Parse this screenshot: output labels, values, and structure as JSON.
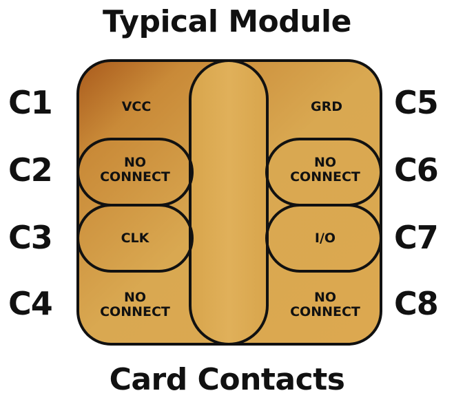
{
  "title": "Typical Module",
  "subtitle": "Card Contacts",
  "colors": {
    "gold": "#d6a24a",
    "gold_dark": "#b06a22",
    "outline": "#111111"
  },
  "contacts": {
    "left": [
      {
        "id": "C1",
        "label_line1": "VCC",
        "label_line2": ""
      },
      {
        "id": "C2",
        "label_line1": "NO",
        "label_line2": "CONNECT"
      },
      {
        "id": "C3",
        "label_line1": "CLK",
        "label_line2": ""
      },
      {
        "id": "C4",
        "label_line1": "NO",
        "label_line2": "CONNECT"
      }
    ],
    "right": [
      {
        "id": "C5",
        "label_line1": "GRD",
        "label_line2": ""
      },
      {
        "id": "C6",
        "label_line1": "NO",
        "label_line2": "CONNECT"
      },
      {
        "id": "C7",
        "label_line1": "I/O",
        "label_line2": ""
      },
      {
        "id": "C8",
        "label_line1": "NO",
        "label_line2": "CONNECT"
      }
    ]
  }
}
